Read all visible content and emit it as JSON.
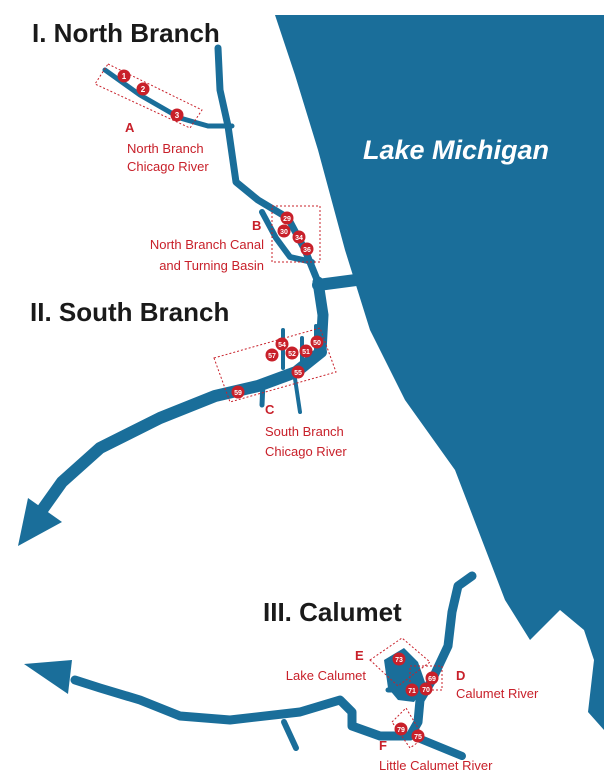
{
  "sections": {
    "north_branch": "I. North Branch",
    "south_branch": "II. South Branch",
    "calumet": "III. Calumet"
  },
  "lake": {
    "name": "Lake Michigan",
    "color": "#1a6e9a"
  },
  "colors": {
    "water": "#1a6e9a",
    "marker": "#c8202a",
    "label": "#c8202a",
    "title": "#1a1a1a"
  },
  "areas": {
    "A": {
      "letter": "A",
      "line1": "North Branch",
      "line2": "Chicago River"
    },
    "B": {
      "letter": "B",
      "line1": "North Branch Canal",
      "line2": "and Turning Basin"
    },
    "C": {
      "letter": "C",
      "line1": "South Branch",
      "line2": "Chicago River"
    },
    "D": {
      "letter": "D",
      "line1": "Calumet River"
    },
    "E": {
      "letter": "E",
      "line1": "Lake Calumet"
    },
    "F": {
      "letter": "F",
      "line1": "Little Calumet River"
    }
  },
  "markers": {
    "m1": "1",
    "m2": "2",
    "m3": "3",
    "m29": "29",
    "m30": "30",
    "m34": "34",
    "m36": "36",
    "m50": "50",
    "m51": "51",
    "m52": "52",
    "m54": "54",
    "m55": "55",
    "m57": "57",
    "m59": "59",
    "m69": "69",
    "m70": "70",
    "m71": "71",
    "m73": "73",
    "m75": "75",
    "m79": "79"
  }
}
